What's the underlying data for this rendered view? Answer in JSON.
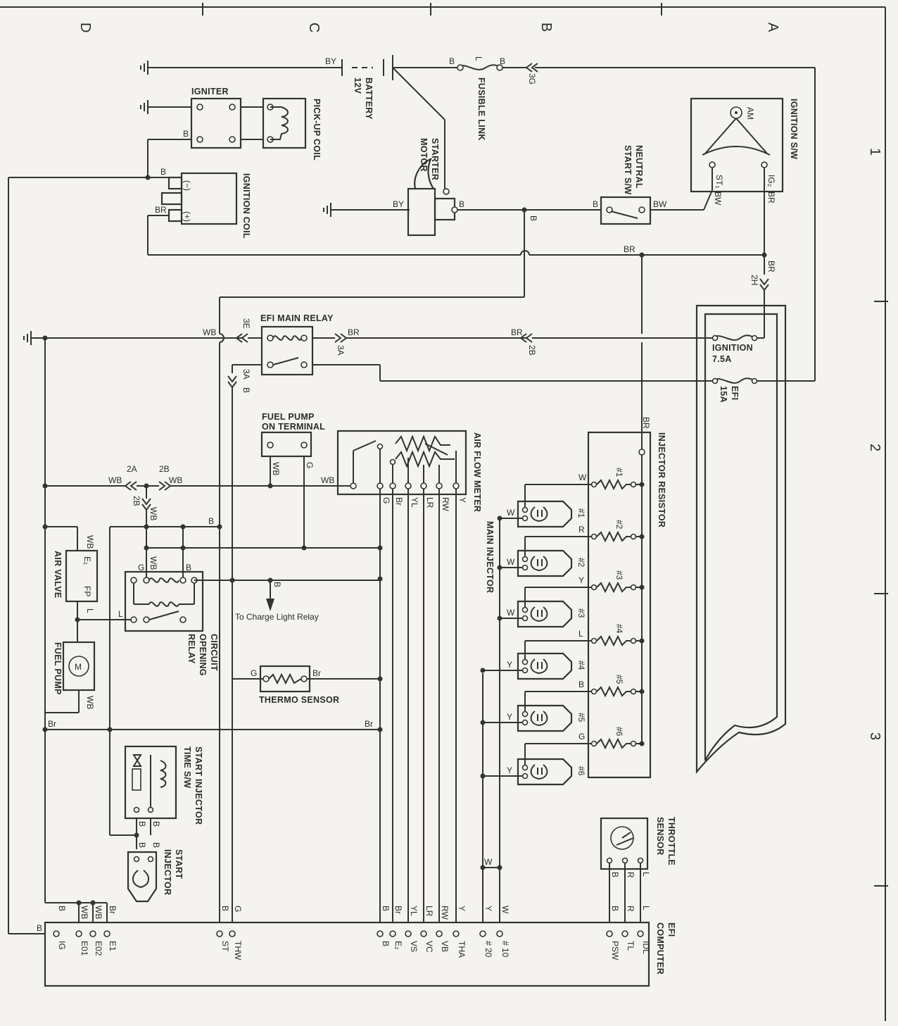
{
  "grid": {
    "rows": [
      "A",
      "B",
      "C",
      "D"
    ],
    "cols": [
      "1",
      "2",
      "3"
    ]
  },
  "components": {
    "ignition_sw": "IGNITION S/W",
    "ignition_sw_terms": [
      "AM",
      "IG₂",
      "ST₁"
    ],
    "neutral_start_sw": [
      "NEUTRAL",
      "START S/W"
    ],
    "starter_motor": [
      "STARTER",
      "MOTOR"
    ],
    "battery": [
      "BATTERY",
      "12V"
    ],
    "fusible_link": "FUSIBLE LINK",
    "igniter": "IGNITER",
    "pickup_coil": "PICK-UP COIL",
    "ignition_coil": "IGNITION COIL",
    "coil_minus": "(−)",
    "coil_plus": "(+)",
    "efi_main_relay": "EFI MAIN RELAY",
    "fuse_ignition": [
      "IGNITION",
      "7.5A"
    ],
    "fuse_efi": [
      "EFI",
      "15A"
    ],
    "fuel_pump_on_terminal": [
      "FUEL PUMP",
      "ON TERMINAL"
    ],
    "air_flow_meter": "AIR FLOW METER",
    "injector_resistor": "INJECTOR RESISTOR",
    "main_injector": "MAIN INJECTOR",
    "air_valve": "AIR VALVE",
    "air_valve_terms": [
      "E₁",
      "FP"
    ],
    "fuel_pump": "FUEL PUMP",
    "motor_symbol": "M",
    "circuit_opening_relay": [
      "CIRCUIT",
      "OPENING",
      "RELAY"
    ],
    "charge_light": "To Charge Light Relay",
    "thermo_sensor": "THERMO SENSOR",
    "start_injector_time_sw": [
      "START INJECTOR",
      "TIME S/W"
    ],
    "start_injector": [
      "START",
      "INJECTOR"
    ],
    "throttle_sensor": [
      "THROTTLE",
      "SENSOR"
    ],
    "efi_computer": [
      "EFI",
      "COMPUTER"
    ]
  },
  "connectors": [
    "3G",
    "2H",
    "3E",
    "3A",
    "3A",
    "2B",
    "2A",
    "2B",
    "2B"
  ],
  "resistors": [
    "#1",
    "#2",
    "#3",
    "#4",
    "#5",
    "#6"
  ],
  "resistor_wires": [
    "W",
    "R",
    "Y",
    "L",
    "B",
    "G"
  ],
  "injectors": [
    "#1",
    "#2",
    "#3",
    "#4",
    "#5",
    "#6"
  ],
  "injector_wires": [
    "W",
    "W",
    "W",
    "Y",
    "Y",
    "Y"
  ],
  "afm_pins": [
    "G",
    "Br",
    "YL",
    "LR",
    "RW",
    "Y"
  ],
  "throttle_pins": [
    "B",
    "R",
    "L"
  ],
  "ecu_pins": [
    {
      "name": "IG",
      "wire": "B"
    },
    {
      "name": "E01",
      "wire": "WB"
    },
    {
      "name": "E02",
      "wire": "WB"
    },
    {
      "name": "E1",
      "wire": "Br"
    },
    {
      "name": "ST",
      "wire": "B"
    },
    {
      "name": "THW",
      "wire": "G"
    },
    {
      "name": "B",
      "wire": "B"
    },
    {
      "name": "E₂",
      "wire": "Br"
    },
    {
      "name": "VS",
      "wire": "YL"
    },
    {
      "name": "VC",
      "wire": "LR"
    },
    {
      "name": "VB",
      "wire": "RW"
    },
    {
      "name": "THA",
      "wire": "Y"
    },
    {
      "name": "# 20",
      "wire": "Y"
    },
    {
      "name": "# 10",
      "wire": "W"
    },
    {
      "name": "PSW",
      "wire": "B"
    },
    {
      "name": "TL",
      "wire": "R"
    },
    {
      "name": "IDL",
      "wire": "L"
    }
  ],
  "wire_labels": {
    "by": "BY",
    "b": "B",
    "l": "L",
    "bw": "BW",
    "br": "BR",
    "wb": "WB",
    "g": "G",
    "w": "W",
    "y": "Y",
    "brl": "Br",
    "bigl": "L"
  }
}
